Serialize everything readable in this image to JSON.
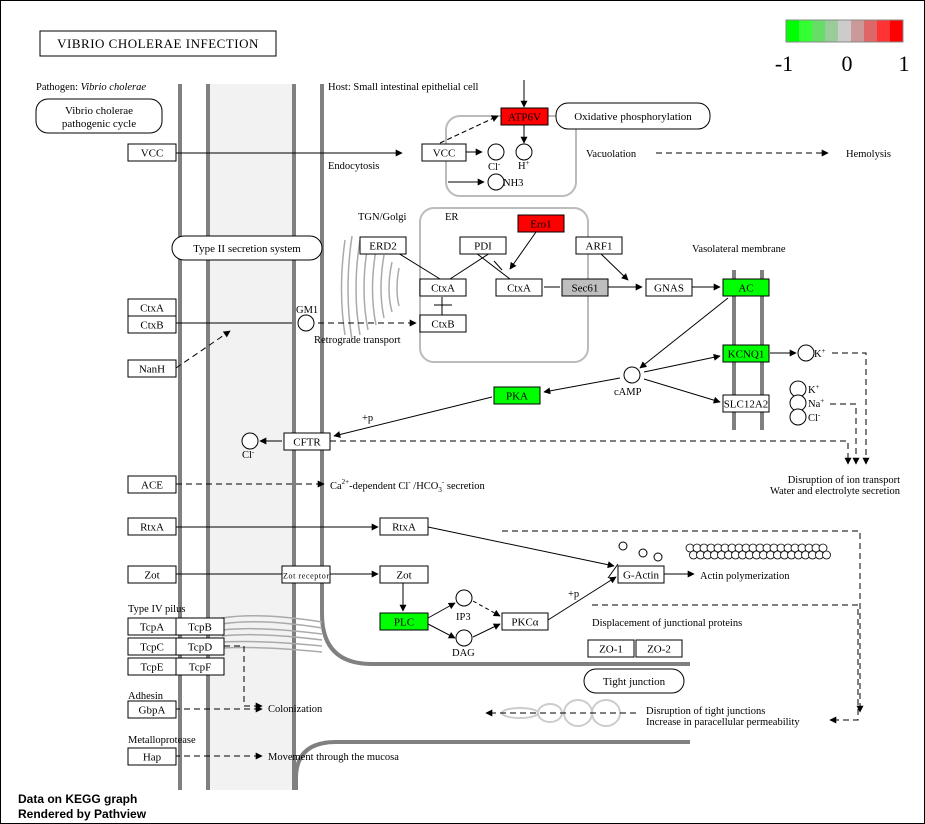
{
  "title": "VIBRIO CHOLERAE INFECTION",
  "legend": {
    "min_label": "-1",
    "mid_label": "0",
    "max_label": "1",
    "colors": [
      "#00ff00",
      "#33ff33",
      "#66dd66",
      "#99cc99",
      "#cccccc",
      "#cc9999",
      "#dd6666",
      "#ff3333",
      "#ff0000"
    ]
  },
  "colors": {
    "up": "#ff0000",
    "down": "#00ff00",
    "nodata": "#bebebe",
    "line": "#000000",
    "membrane": "#808080"
  },
  "labels": {
    "pathogen_prefix": "Pathogen: ",
    "pathogen_species": "Vibrio cholerae",
    "host": "Host: Small intestinal epithelial cell",
    "cycle_1": "Vibrio cholerae",
    "cycle_2": "pathogenic cycle",
    "type2": "Type II secretion system",
    "oxphos": "Oxidative phosphorylation",
    "endocytosis": "Endocytosis",
    "vacuolation": "Vacuolation",
    "hemolysis": "Hemolysis",
    "tgn": "TGN/Golgi",
    "er": "ER",
    "basolateral": "Vasolateral membrane",
    "gm1": "GM1",
    "retro": "Retrograde transport",
    "camp": "cAMP",
    "plus_p": "+p",
    "cl": "Cl",
    "cl_sup": "-",
    "h": "H",
    "h_sup": "+",
    "nh3": "NH3",
    "k": "K",
    "k_sup": "+",
    "na": "Na",
    "na_sup": "+",
    "disrupt_ion_1": "Disruption of ion transport",
    "disrupt_ion_2": "Water and electrolyte secretion",
    "ca_text_1": "Ca",
    "ca_sup": "2+",
    "ca_text_2": "-dependent Cl",
    "ca_sup2": "-",
    "ca_text_3": " /HCO",
    "ca_sub": "3",
    "ca_sup3": "-",
    "ca_text_4": " secretion",
    "actin_poly": "Actin polymerization",
    "ip3": "IP3",
    "dag": "DAG",
    "displacement": "Displacement of junctional proteins",
    "tight_junction": "Tight junction",
    "disrupt_tj_1": "Disruption of tight junctions",
    "disrupt_tj_2": "Increase in paracellular permeability",
    "type4": "Type IV pilus",
    "adhesin": "Adhesin",
    "metallo": "Metalloprotease",
    "colonization": "Colonization",
    "movement": "Movement through the mucosa",
    "footer_1": "Data on KEGG graph",
    "footer_2": "Rendered by Pathview"
  },
  "nodes": {
    "vcc1": "VCC",
    "vcc2": "VCC",
    "atp6v": "ATP6V",
    "erd2": "ERD2",
    "pdi": "PDI",
    "ero1": "Ero1",
    "arf1": "ARF1",
    "ctxa_golgi": "CtxA",
    "ctxb_golgi": "CtxB",
    "ctxa_er": "CtxA",
    "sec61": "Sec61",
    "gnas": "GNAS",
    "ac": "AC",
    "kcnq1": "KCNQ1",
    "slc12a2": "SLC12A2",
    "pka": "PKA",
    "cftr": "CFTR",
    "ctxa": "CtxA",
    "ctxb": "CtxB",
    "nanh": "NanH",
    "ace": "ACE",
    "rtxa1": "RtxA",
    "rtxa2": "RtxA",
    "zot1": "Zot",
    "zot_receptor": "Zot receptor",
    "zot2": "Zot",
    "plc": "PLC",
    "pkca": "PKCα",
    "gactin": "G-Actin",
    "zo1": "ZO-1",
    "zo2": "ZO-2",
    "tcpa": "TcpA",
    "tcpb": "TcpB",
    "tcpc": "TcpC",
    "tcpd": "TcpD",
    "tcpe": "TcpE",
    "tcpf": "TcpF",
    "gbpa": "GbpA",
    "hap": "Hap"
  }
}
